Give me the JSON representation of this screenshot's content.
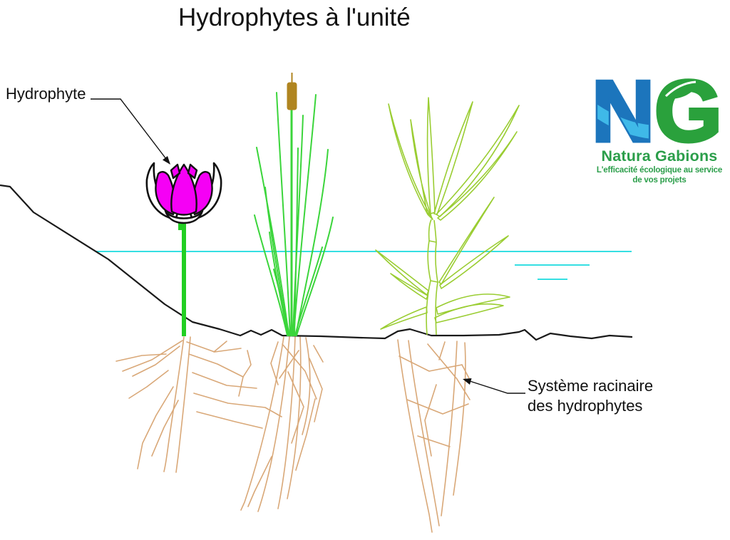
{
  "title": "Hydrophytes à l'unité",
  "annotations": {
    "hydrophyte_label": "Hydrophyte",
    "root_system_label_line1": "Système racinaire",
    "root_system_label_line2": "des hydrophytes"
  },
  "logo": {
    "letter_n": "N",
    "letter_g": "G",
    "company_name": "Natura Gabions",
    "tagline_line1": "L'efficacité écologique au service",
    "tagline_line2": "de vos projets"
  },
  "colors": {
    "water": "#35DFE2",
    "ground": "#1a1a1a",
    "roots": "#D9A878",
    "flower_petal": "#F500F5",
    "flower_outline": "#111111",
    "flower_stem": "#22CF22",
    "cattail_leaf": "#3BD53B",
    "cattail_head": "#B08520",
    "plant_outline_green": "#9ACD32",
    "leader_line": "#111111",
    "logo_blue": "#1C75BC",
    "logo_wave": "#3FB9E8",
    "logo_green": "#2AA13C",
    "logo_text_green": "#2B9E4A"
  }
}
